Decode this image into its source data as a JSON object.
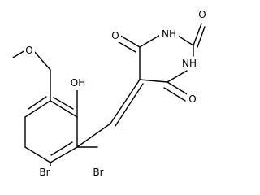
{
  "atoms": {
    "o_top": "O",
    "oh": "OH",
    "nh_top": "NH",
    "nh_right": "NH",
    "o_top_right": "O",
    "o_left": "O",
    "o_bottom_right": "O",
    "br_left": "Br",
    "br_right": "Br"
  },
  "colors": {
    "bond": "#000000",
    "label": "#000000",
    "background": "#ffffff"
  }
}
